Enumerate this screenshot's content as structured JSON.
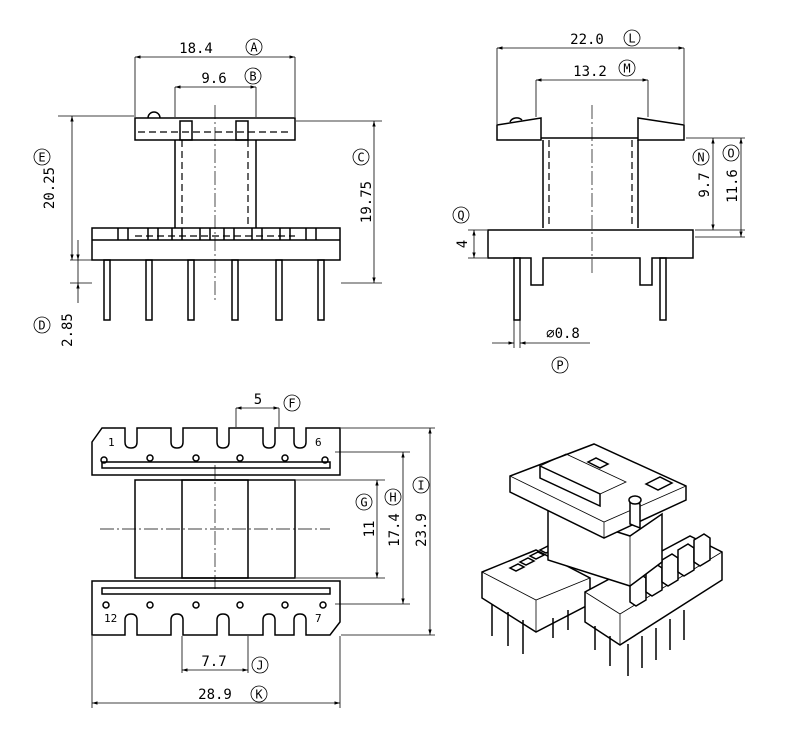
{
  "dimensions": {
    "A": {
      "label": "A",
      "value": "18.4"
    },
    "B": {
      "label": "B",
      "value": "9.6"
    },
    "C": {
      "label": "C",
      "value": "19.75"
    },
    "D": {
      "label": "D",
      "value": "2.85"
    },
    "E": {
      "label": "E",
      "value": "20.25"
    },
    "F": {
      "label": "F",
      "value": "5"
    },
    "G": {
      "label": "G",
      "value": "11"
    },
    "H": {
      "label": "H",
      "value": "17.4"
    },
    "I": {
      "label": "I",
      "value": "23.9"
    },
    "J": {
      "label": "J",
      "value": "7.7"
    },
    "K": {
      "label": "K",
      "value": "28.9"
    },
    "L": {
      "label": "L",
      "value": "22.0"
    },
    "M": {
      "label": "M",
      "value": "13.2"
    },
    "N": {
      "label": "N",
      "value": "9.7"
    },
    "O": {
      "label": "O",
      "value": "11.6"
    },
    "P": {
      "label": "P",
      "value": "⌀0.8"
    },
    "Q": {
      "label": "Q",
      "value": "4"
    }
  },
  "pins": {
    "p1": "1",
    "p6": "6",
    "p7": "7",
    "p12": "12"
  }
}
